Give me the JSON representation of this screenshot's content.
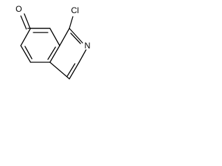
{
  "structure": {
    "atoms": {
      "oxygen": "O",
      "chlorine": "Cl",
      "nitrogen": "N"
    },
    "bond_color": "#000000",
    "background": "#ffffff"
  }
}
